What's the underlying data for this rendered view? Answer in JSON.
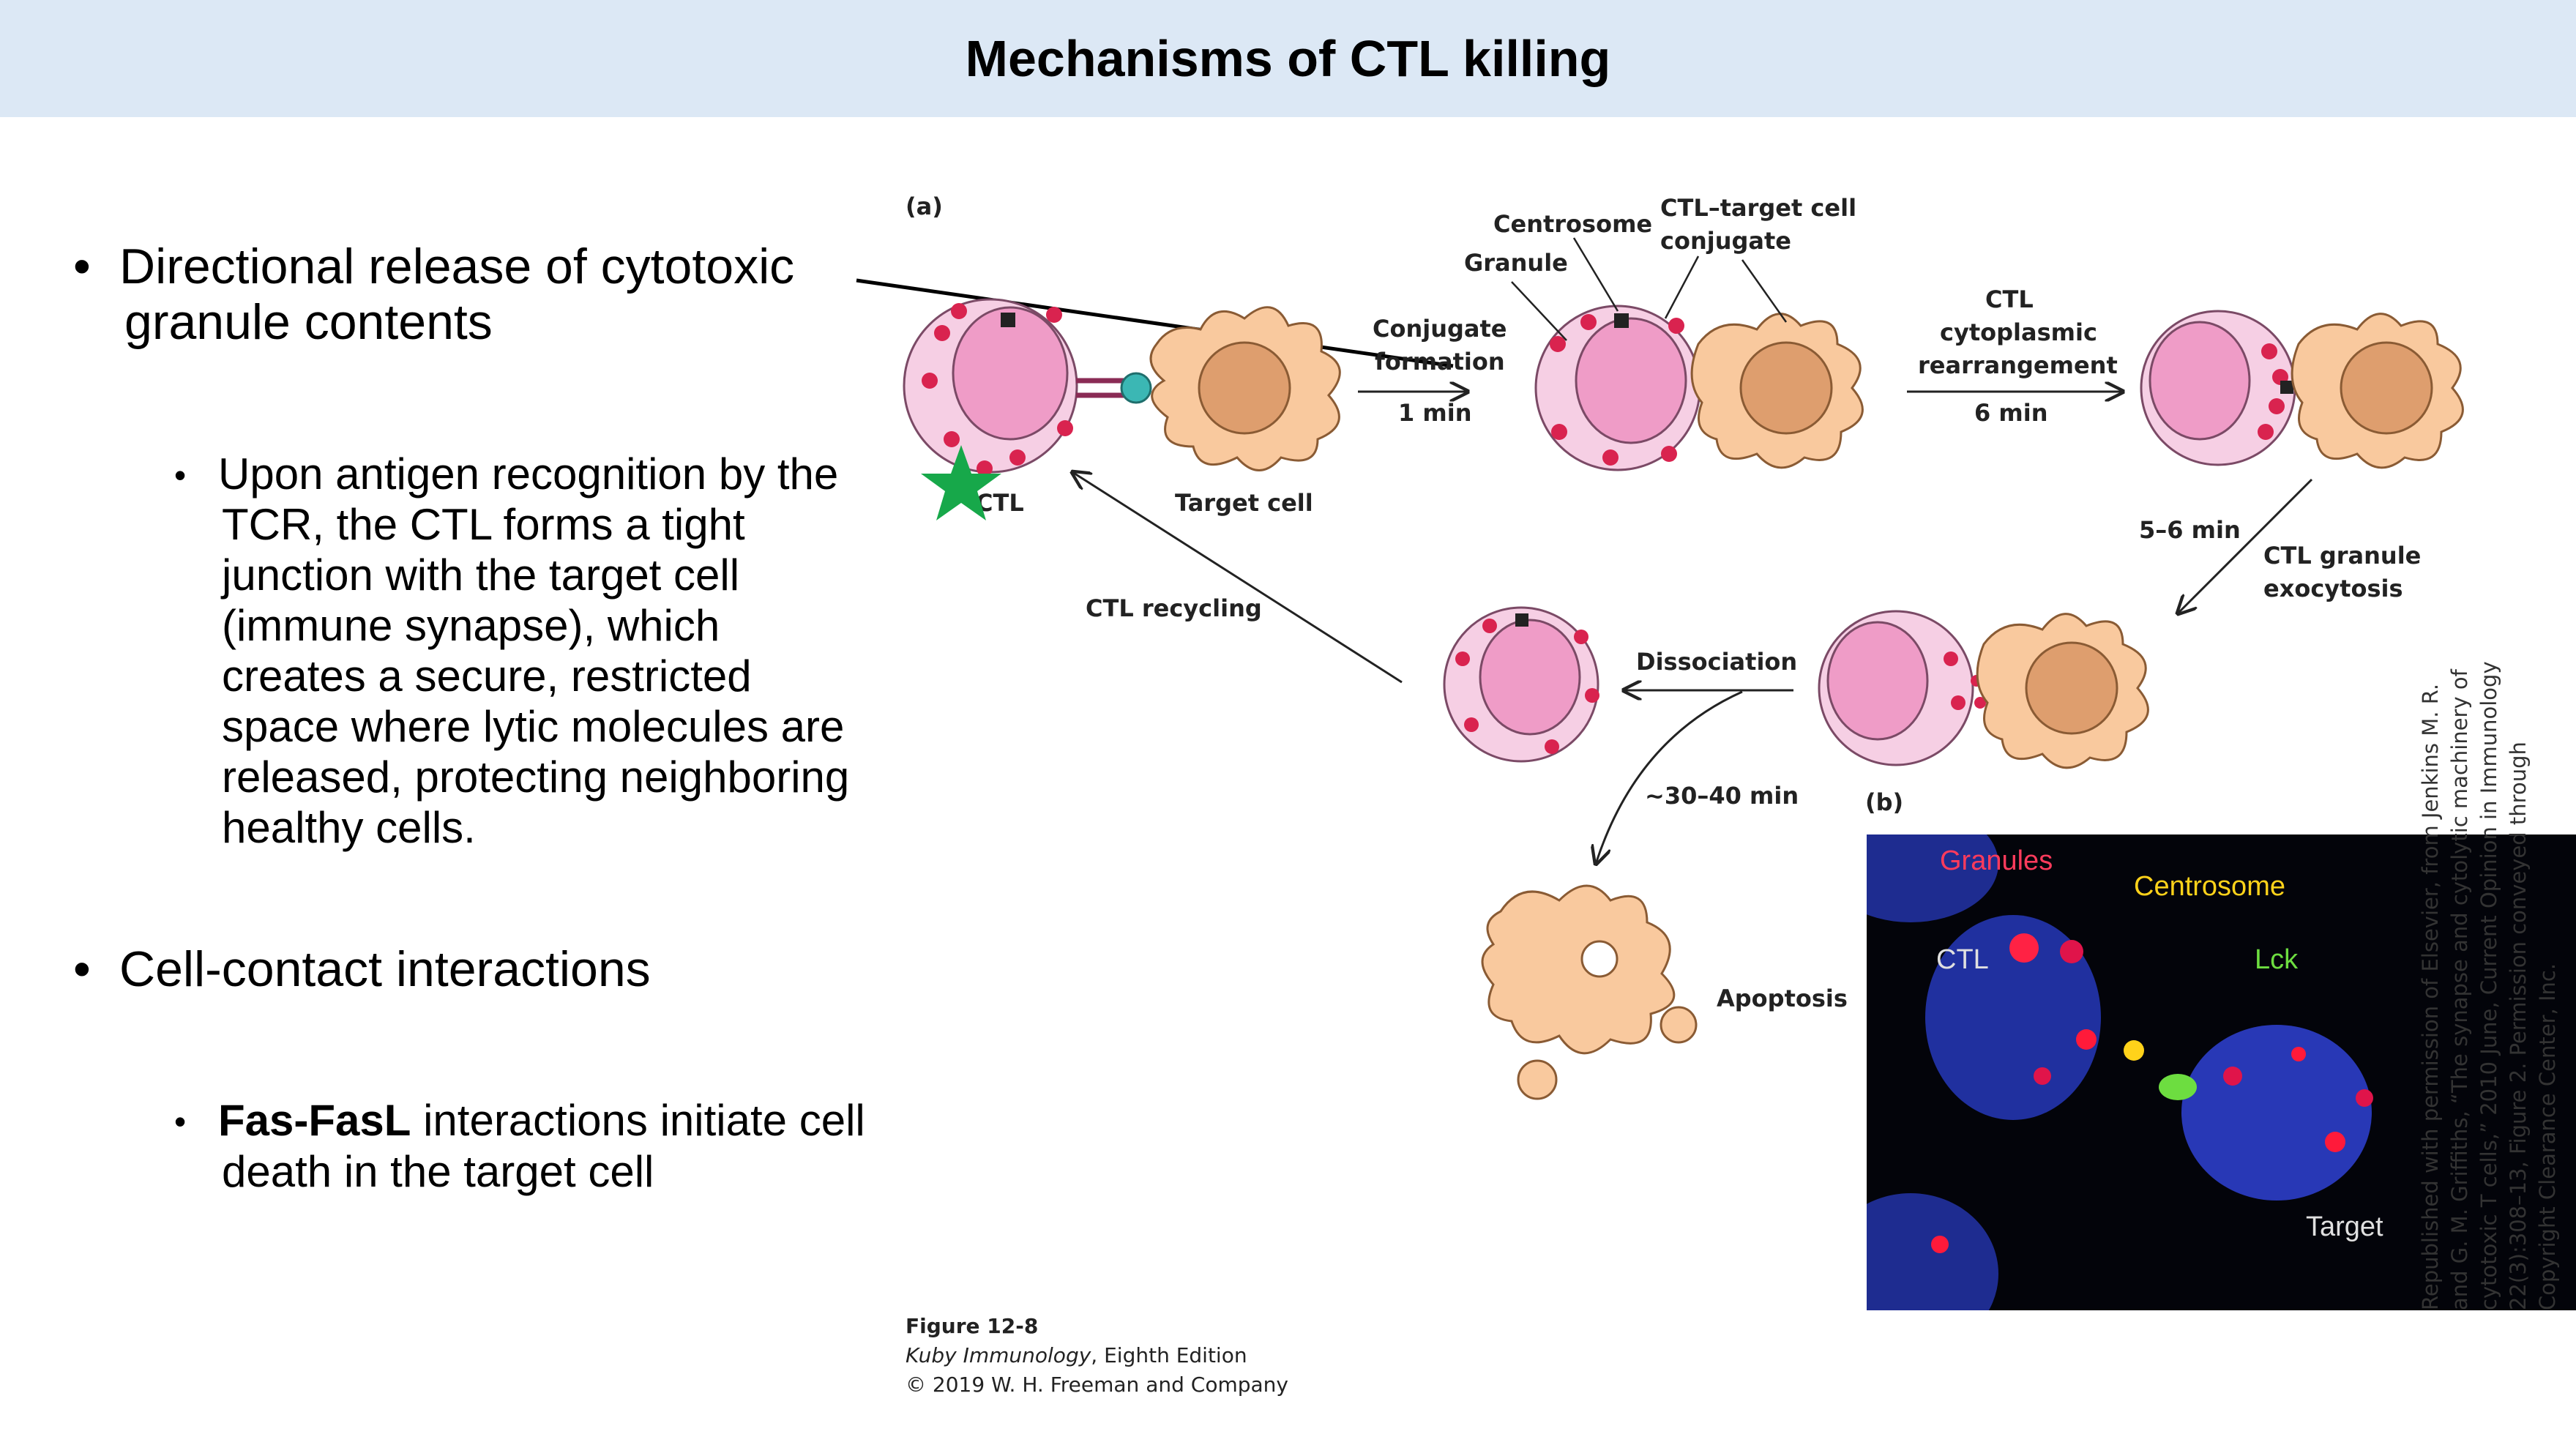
{
  "title": "Mechanisms of CTL killing",
  "bullets": {
    "b1": {
      "line1": "Directional release of cytotoxic",
      "line2": "granule contents"
    },
    "b1_sub": [
      "Upon antigen recognition by the",
      "TCR, the CTL forms a tight",
      "junction with the target cell",
      "(immune synapse), which",
      "creates a secure, restricted",
      "space where lytic molecules are",
      "released, protecting neighboring",
      "healthy cells."
    ],
    "b2": "Cell-contact interactions",
    "b2_sub": {
      "bold": "Fas-FasL",
      "rest": " interactions initiate cell",
      "line2": "death in the target cell"
    }
  },
  "figure": {
    "panel_a": "(a)",
    "panel_b": "(b)",
    "labels": {
      "centrosome": "Centrosome",
      "granule": "Granule",
      "conjugate_1": "CTL–target cell",
      "conjugate_2": "conjugate",
      "conj_form_1": "Conjugate",
      "conj_form_2": "formation",
      "t1": "1 min",
      "ctl_cyto_1": "CTL",
      "ctl_cyto_2": "cytoplasmic",
      "ctl_cyto_3": "rearrangement",
      "t2": "6 min",
      "ctl": "CTL",
      "target_cell": "Target cell",
      "t3": "5–6 min",
      "exo_1": "CTL granule",
      "exo_2": "exocytosis",
      "recycling": "CTL recycling",
      "dissociation": "Dissociation",
      "t4": "~30–40 min",
      "apoptosis": "Apoptosis"
    },
    "micro_labels": {
      "granules": "Granules",
      "centrosome": "Centrosome",
      "ctl": "CTL",
      "lck": "Lck",
      "target": "Target"
    },
    "caption": {
      "line1": "Figure 12-8",
      "line2_italic": "Kuby Immunology",
      "line2_rest": ", Eighth Edition",
      "line3": "© 2019 W. H. Freeman and Company"
    },
    "credit": [
      "Republished with permission of Elsevier, from Jenkins M. R.",
      "and G. M. Griffiths, “The synapse and cytolytic machinery of",
      "cytotoxic T cells,” 2010 June, Current Opinion in Immunology",
      "22(3):308–13, Figure 2. Permission conveyed through",
      "Copyright Clearance Center, Inc."
    ]
  },
  "colors": {
    "title_bg": "#dce8f5",
    "star": "#17a84a",
    "ctl_outer": "#f6cfe4",
    "ctl_nucleus": "#ef9cc7",
    "target_cell": "#f9c99e",
    "target_nucleus": "#de9e6e",
    "granule": "#d9234f"
  }
}
